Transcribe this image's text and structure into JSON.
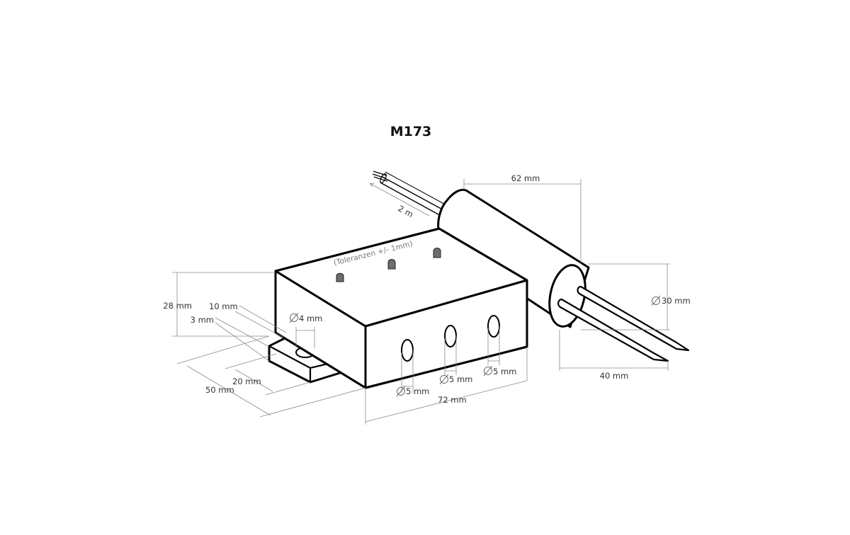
{
  "title": "M173",
  "labels": {
    "cable_length": "2 m",
    "tolerance": "(Toleranzen +/- 1mm)",
    "height": "28 mm",
    "tab_width": "10 mm",
    "tab_thickness": "3 mm",
    "tab_hole": "4 mm",
    "tab_offset": "20 mm",
    "depth": "50 mm",
    "hole_1": "5 mm",
    "hole_2": "5 mm",
    "hole_3": "5 mm",
    "length": "72 mm",
    "cylinder_length": "62 mm",
    "cylinder_diameter": "30 mm",
    "probe_length": "40 mm"
  },
  "icons": {
    "diameter": "diameter-symbol-icon"
  },
  "colors": {
    "line": "#000000",
    "dimension": "#8a8a8a",
    "text": "#333333",
    "led": "#6e6e6e"
  }
}
